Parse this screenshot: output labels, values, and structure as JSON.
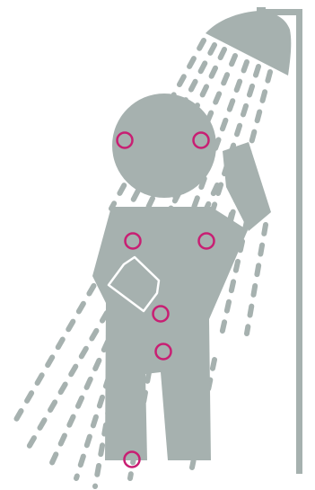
{
  "illustration": {
    "icon_name": "shower-person-wash-points-icon",
    "colors": {
      "figure": "#a6b1af",
      "water": "#a6b1af",
      "marker": "#c81f73",
      "background": "#ffffff"
    },
    "markers": [
      {
        "name": "left-cheek-marker",
        "icon": "circle-outline-icon"
      },
      {
        "name": "right-cheek-marker",
        "icon": "circle-outline-icon"
      },
      {
        "name": "left-armpit-marker",
        "icon": "circle-outline-icon"
      },
      {
        "name": "right-armpit-marker",
        "icon": "circle-outline-icon"
      },
      {
        "name": "navel-marker",
        "icon": "circle-outline-icon"
      },
      {
        "name": "groin-marker",
        "icon": "circle-outline-icon"
      },
      {
        "name": "foot-marker",
        "icon": "circle-outline-icon"
      }
    ]
  }
}
